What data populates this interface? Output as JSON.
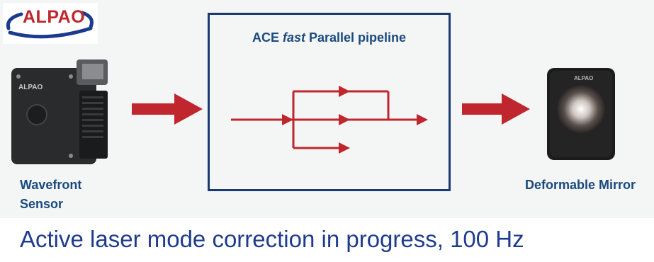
{
  "logo": {
    "text": "ALPAO"
  },
  "wavefront_sensor": {
    "label": "Wavefront Sensor",
    "badge": "ALPAO"
  },
  "pipeline": {
    "title_prefix": "ACE ",
    "title_emphasis": "fast",
    "title_suffix": " Parallel pipeline",
    "parallel_branches": 3
  },
  "deformable_mirror": {
    "label": "Deformable Mirror",
    "badge": "ALPAO"
  },
  "status_text": "Active laser mode correction in progress, 100 Hz",
  "colors": {
    "brand_red": "#c0262d",
    "arrow_red": "#c0262d",
    "label_blue": "#1b4a7d",
    "box_border": "#1b3a6f",
    "status_blue": "#1e3c8c"
  }
}
